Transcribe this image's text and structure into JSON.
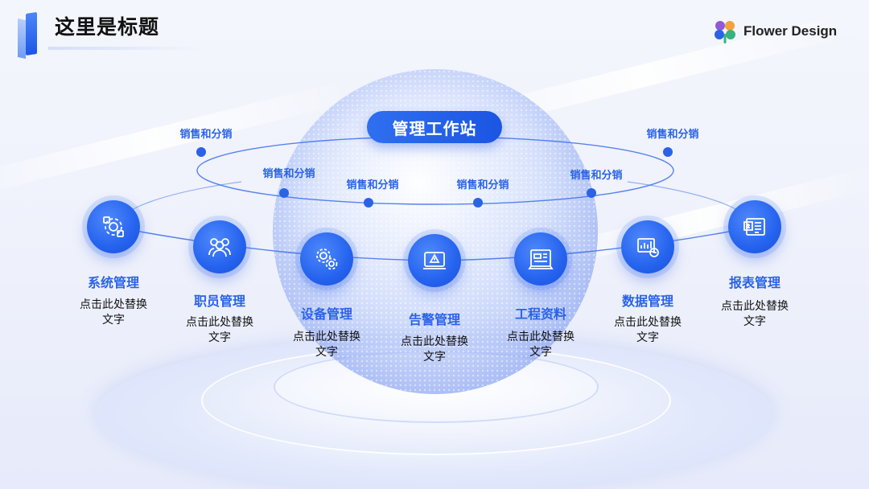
{
  "header": {
    "title": "这里是标题"
  },
  "logo": {
    "text": "Flower Design",
    "colors": [
      "#8e5bd8",
      "#f2a23a",
      "#2a63e6",
      "#36b37e"
    ]
  },
  "hub": {
    "label": "管理工作站"
  },
  "orbit": {
    "labels": [
      "销售和分销",
      "销售和分销",
      "销售和分销",
      "销售和分销",
      "销售和分销",
      "销售和分销"
    ]
  },
  "modules": [
    {
      "title": "系统管理",
      "desc": "点击此处替换文字",
      "icon": "system-management-icon"
    },
    {
      "title": "职员管理",
      "desc": "点击此处替换文字",
      "icon": "staff-management-icon"
    },
    {
      "title": "设备管理",
      "desc": "点击此处替换文字",
      "icon": "gear-icon"
    },
    {
      "title": "告警管理",
      "desc": "点击此处替换文字",
      "icon": "alert-icon"
    },
    {
      "title": "工程资料",
      "desc": "点击此处替换文字",
      "icon": "blueprint-icon"
    },
    {
      "title": "数据管理",
      "desc": "点击此处替换文字",
      "icon": "data-chart-icon"
    },
    {
      "title": "报表管理",
      "desc": "点击此处替换文字",
      "icon": "report-icon"
    }
  ],
  "colors": {
    "accent": "#2a63e6",
    "title": "#111111"
  }
}
